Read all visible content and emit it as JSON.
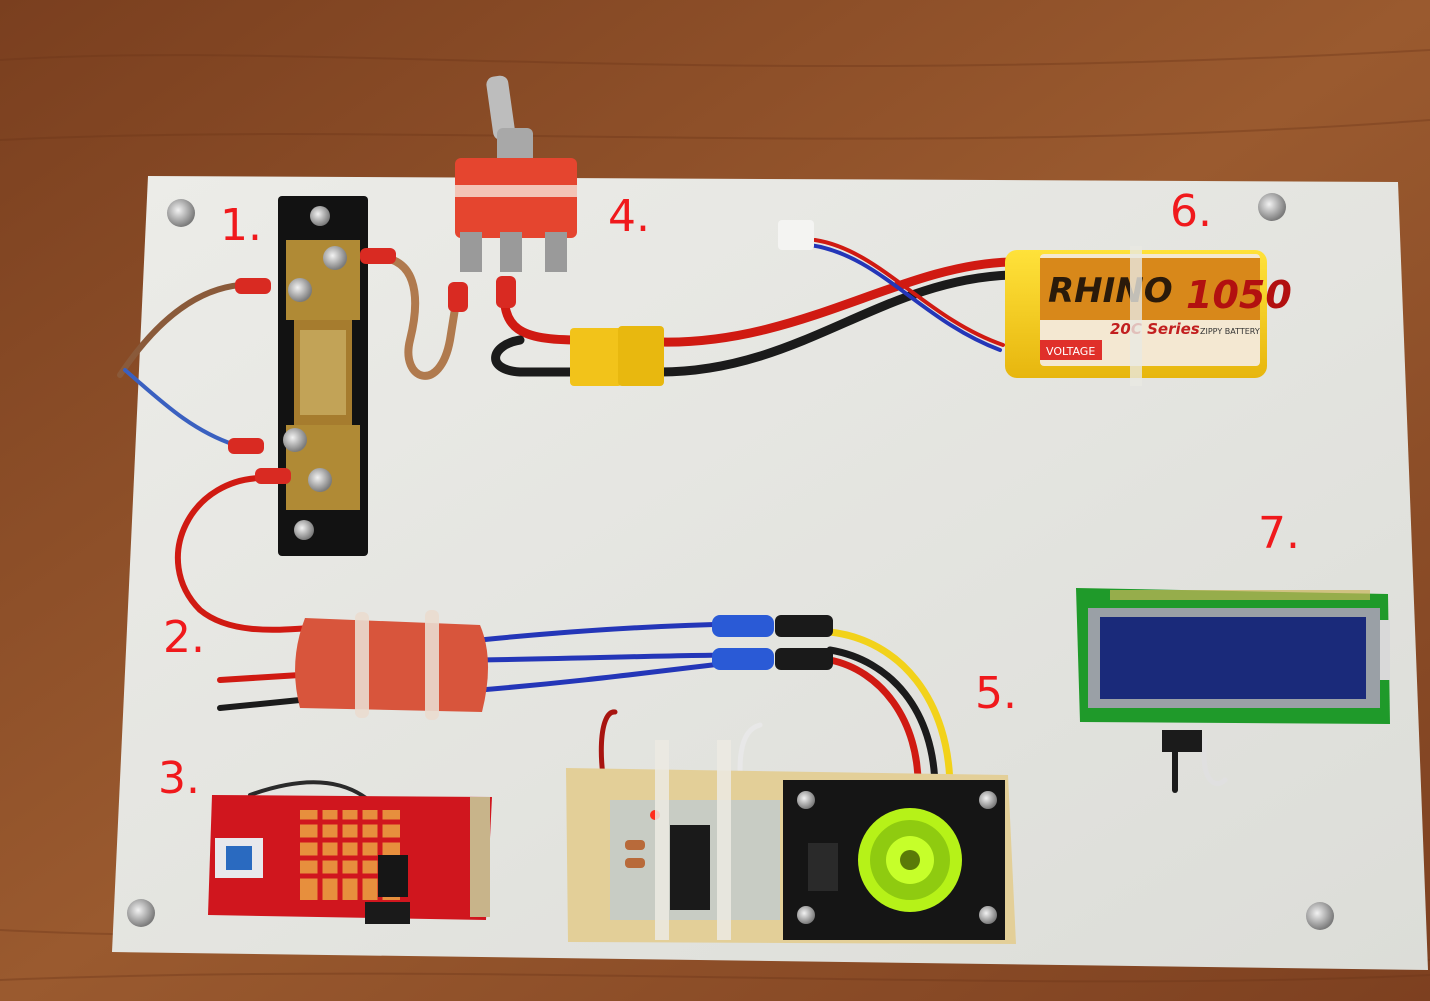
{
  "labels": {
    "shunt": "1.",
    "esc": "2.",
    "controller_board": "3.",
    "toggle_switch": "4.",
    "motor": "5.",
    "battery": "6.",
    "lcd": "7."
  },
  "battery": {
    "brand": "RHINO",
    "capacity": "1050",
    "series": "20C Series",
    "voltage_label": "VOLTAGE",
    "note": "ZIPPY BATTERY"
  },
  "colors": {
    "label_red": "#f0191c",
    "board_white": "#e6e6e1",
    "table_wood": "#8a4a25",
    "wire_red": "#d01a12",
    "wire_blue": "#2436b8",
    "wire_yellow": "#f2d21a",
    "esc_sleeve": "#d8553c",
    "pcb_red": "#d0161e",
    "lcd_green": "#1f9a2a",
    "lcd_screen": "#1a2a7a",
    "motor_green": "#b6f218"
  }
}
